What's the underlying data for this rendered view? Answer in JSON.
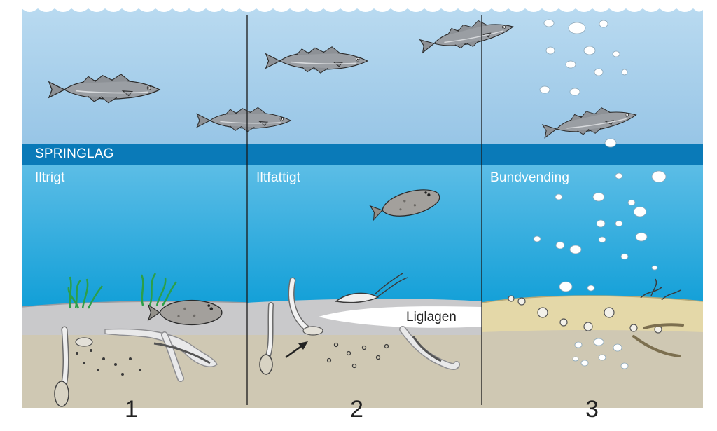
{
  "thermocline": {
    "label": "SPRINGLAG"
  },
  "panels": [
    {
      "oxygen_label": "Iltrigt",
      "number": "1"
    },
    {
      "oxygen_label": "Iltfattigt",
      "number": "2"
    },
    {
      "oxygen_label": "Bundvending",
      "number": "3"
    }
  ],
  "dead_layer": {
    "label": "Liglagen"
  },
  "colors": {
    "upper_water": "#a9cfe9",
    "springlag_band": "#0a7ab8",
    "lower_water": "#13a2d9",
    "sediment": "#cfc8b3",
    "oxygen_poor_layer": "#c9c9cb",
    "dead_layer": "#ffffff",
    "turned_bottom": "#e4d8a8"
  }
}
